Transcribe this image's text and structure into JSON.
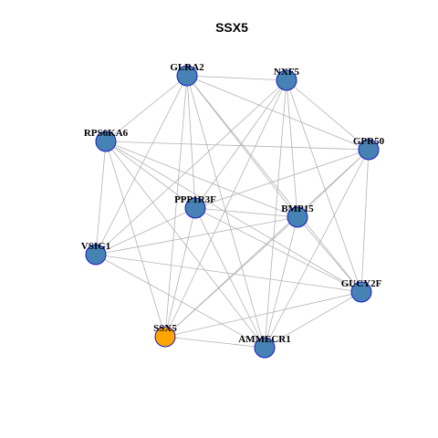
{
  "title": "SSX5",
  "colors": {
    "node_default": "#4682b4",
    "node_highlight": "#ffa500",
    "node_border": "#1a1ac8",
    "edge": "#b3b3b3"
  },
  "graph": {
    "nodes": [
      {
        "id": "GLRA2",
        "label": "GLRA2",
        "highlight": false
      },
      {
        "id": "NXF5",
        "label": "NXF5",
        "highlight": false
      },
      {
        "id": "RPS6KA6",
        "label": "RPS6KA6",
        "highlight": false
      },
      {
        "id": "GPR50",
        "label": "GPR50",
        "highlight": false
      },
      {
        "id": "PPP1R3F",
        "label": "PPP1R3F",
        "highlight": false
      },
      {
        "id": "BMP15",
        "label": "BMP15",
        "highlight": false
      },
      {
        "id": "VSIG1",
        "label": "VSIG1",
        "highlight": false
      },
      {
        "id": "GUCY2F",
        "label": "GUCY2F",
        "highlight": false
      },
      {
        "id": "SSX5",
        "label": "SSX5",
        "highlight": true
      },
      {
        "id": "AMMECR1",
        "label": "AMMECR1",
        "highlight": false
      }
    ],
    "edges": [
      [
        "GLRA2",
        "NXF5"
      ],
      [
        "GLRA2",
        "RPS6KA6"
      ],
      [
        "GLRA2",
        "GPR50"
      ],
      [
        "GLRA2",
        "PPP1R3F"
      ],
      [
        "GLRA2",
        "BMP15"
      ],
      [
        "GLRA2",
        "VSIG1"
      ],
      [
        "GLRA2",
        "GUCY2F"
      ],
      [
        "GLRA2",
        "SSX5"
      ],
      [
        "GLRA2",
        "AMMECR1"
      ],
      [
        "NXF5",
        "GPR50"
      ],
      [
        "NXF5",
        "PPP1R3F"
      ],
      [
        "NXF5",
        "BMP15"
      ],
      [
        "NXF5",
        "VSIG1"
      ],
      [
        "NXF5",
        "GUCY2F"
      ],
      [
        "NXF5",
        "SSX5"
      ],
      [
        "NXF5",
        "AMMECR1"
      ],
      [
        "RPS6KA6",
        "GPR50"
      ],
      [
        "RPS6KA6",
        "PPP1R3F"
      ],
      [
        "RPS6KA6",
        "BMP15"
      ],
      [
        "RPS6KA6",
        "VSIG1"
      ],
      [
        "RPS6KA6",
        "GUCY2F"
      ],
      [
        "RPS6KA6",
        "SSX5"
      ],
      [
        "RPS6KA6",
        "AMMECR1"
      ],
      [
        "GPR50",
        "PPP1R3F"
      ],
      [
        "GPR50",
        "BMP15"
      ],
      [
        "GPR50",
        "GUCY2F"
      ],
      [
        "GPR50",
        "SSX5"
      ],
      [
        "GPR50",
        "AMMECR1"
      ],
      [
        "PPP1R3F",
        "BMP15"
      ],
      [
        "PPP1R3F",
        "VSIG1"
      ],
      [
        "PPP1R3F",
        "GUCY2F"
      ],
      [
        "PPP1R3F",
        "SSX5"
      ],
      [
        "PPP1R3F",
        "AMMECR1"
      ],
      [
        "BMP15",
        "GUCY2F"
      ],
      [
        "BMP15",
        "SSX5"
      ],
      [
        "BMP15",
        "AMMECR1"
      ],
      [
        "BMP15",
        "VSIG1"
      ],
      [
        "VSIG1",
        "GUCY2F"
      ],
      [
        "VSIG1",
        "AMMECR1"
      ],
      [
        "GUCY2F",
        "SSX5"
      ],
      [
        "GUCY2F",
        "AMMECR1"
      ],
      [
        "SSX5",
        "AMMECR1"
      ]
    ]
  }
}
